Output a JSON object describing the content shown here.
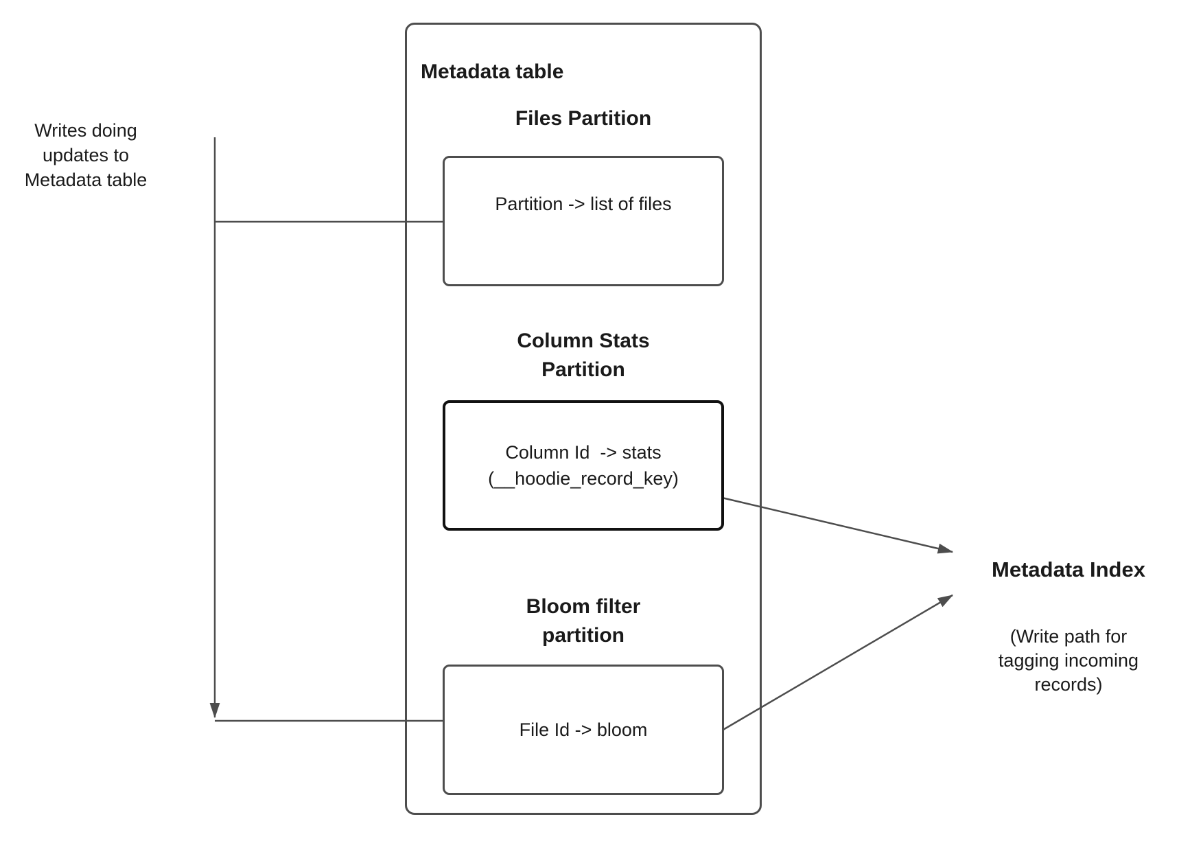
{
  "colors": {
    "line": "#4d4d4d",
    "border": "#4d4d4d",
    "border-strong": "#111111",
    "text": "#1a1a1a",
    "bg": "#ffffff"
  },
  "left_note": "Writes doing\nupdates to\nMetadata table",
  "container": {
    "title": "Metadata table",
    "sections": [
      {
        "heading": "Files Partition",
        "box_text": "Partition -> list of files"
      },
      {
        "heading": "Column Stats\nPartition",
        "box_text": "Column Id  -> stats\n(__hoodie_record_key)"
      },
      {
        "heading": "Bloom filter\npartition",
        "box_text": "File Id -> bloom"
      }
    ]
  },
  "metadata_index": {
    "title": "Metadata Index",
    "subtitle": "(Write path for tagging incoming records)"
  }
}
